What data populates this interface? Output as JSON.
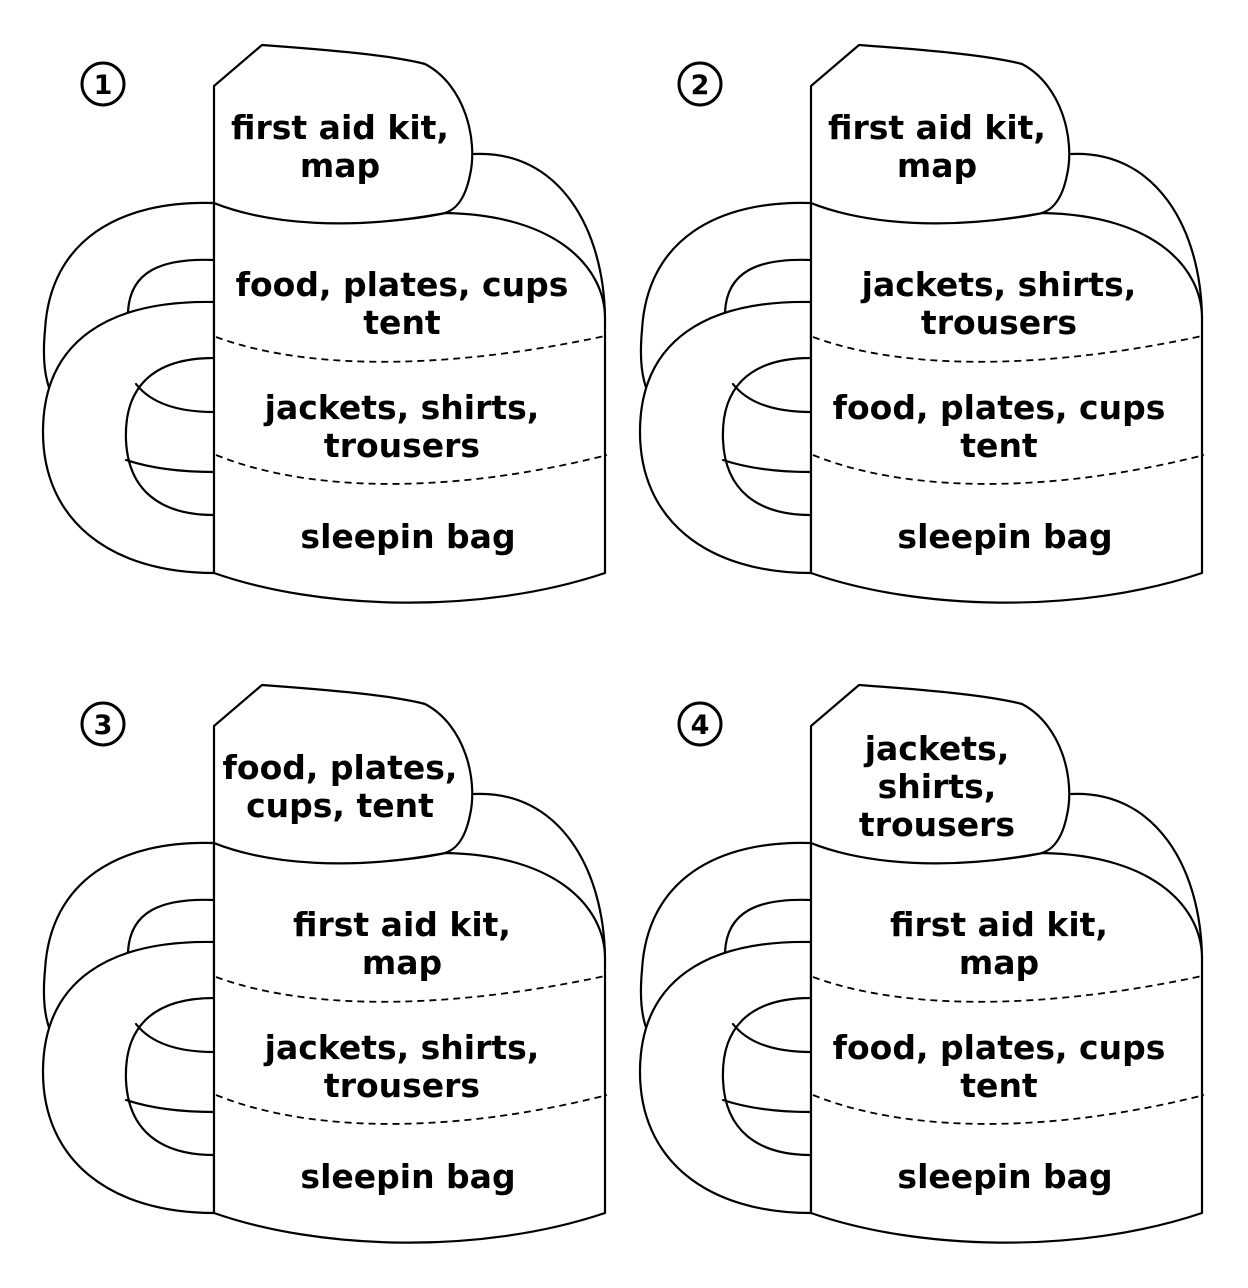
{
  "panels": [
    {
      "number": "1",
      "top": [
        "first aid kit,",
        "map"
      ],
      "layers": [
        [
          "food, plates, cups",
          "tent"
        ],
        [
          "jackets, shirts,",
          "trousers"
        ],
        [
          "sleepin bag"
        ]
      ]
    },
    {
      "number": "2",
      "top": [
        "first aid kit,",
        "map"
      ],
      "layers": [
        [
          "jackets, shirts,",
          "trousers"
        ],
        [
          "food, plates, cups",
          "tent"
        ],
        [
          "sleepin bag"
        ]
      ]
    },
    {
      "number": "3",
      "top": [
        "food, plates,",
        "cups, tent"
      ],
      "layers": [
        [
          "first aid kit,",
          "map"
        ],
        [
          "jackets, shirts,",
          "trousers"
        ],
        [
          "sleepin bag"
        ]
      ]
    },
    {
      "number": "4",
      "top": [
        "jackets,",
        "shirts,",
        "trousers"
      ],
      "layers": [
        [
          "first aid kit,",
          "map"
        ],
        [
          "food, plates, cups",
          "tent"
        ],
        [
          "sleepin bag"
        ]
      ]
    }
  ]
}
